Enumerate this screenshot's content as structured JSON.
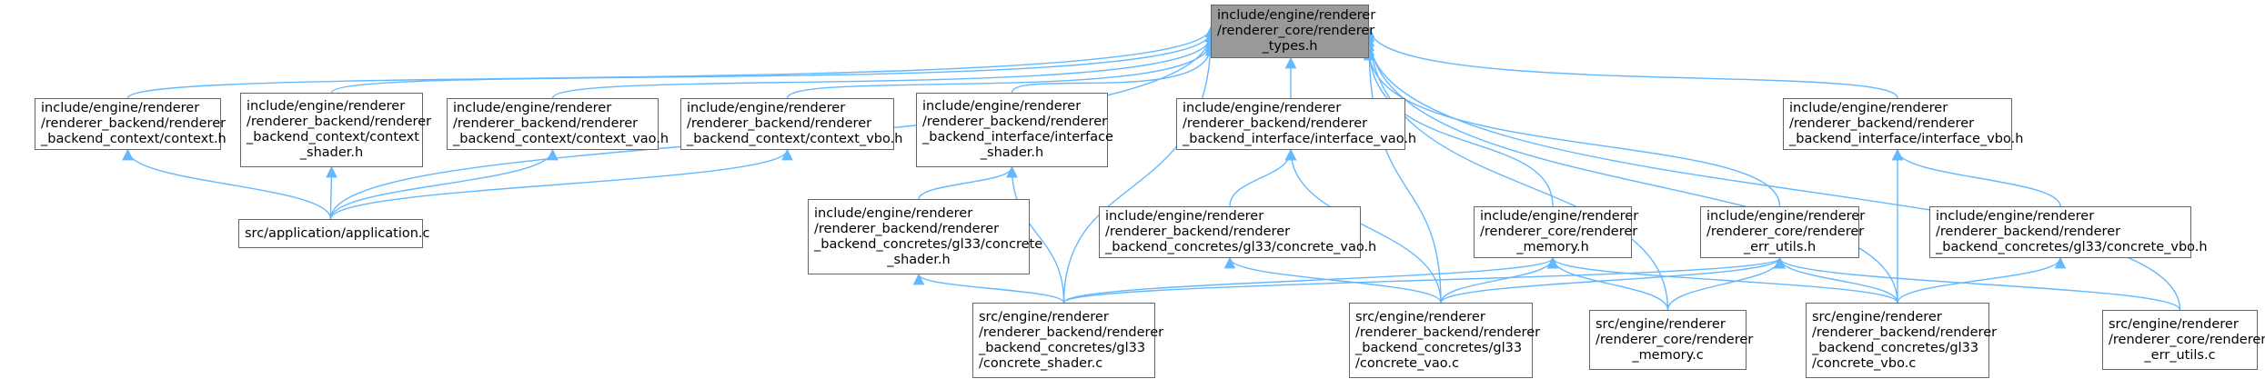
{
  "graph": {
    "title": "include/engine/renderer/renderer_core/renderer_types.h",
    "edge_color": "#63b8ff",
    "root_fill": "#999999",
    "nodes": [
      {
        "id": "root",
        "lines": [
          "include/engine/renderer",
          "/renderer_core/renderer",
          "_types.h"
        ],
        "center": true
      },
      {
        "id": "context_h",
        "lines": [
          "include/engine/renderer",
          "/renderer_backend/renderer",
          "_backend_context/context.h"
        ]
      },
      {
        "id": "context_shader_h",
        "lines": [
          "include/engine/renderer",
          "/renderer_backend/renderer",
          "_backend_context/context",
          "_shader.h"
        ]
      },
      {
        "id": "context_vao_h",
        "lines": [
          "include/engine/renderer",
          "/renderer_backend/renderer",
          "_backend_context/context_vao.h"
        ]
      },
      {
        "id": "context_vbo_h",
        "lines": [
          "include/engine/renderer",
          "/renderer_backend/renderer",
          "_backend_context/context_vbo.h"
        ]
      },
      {
        "id": "interface_shader_h",
        "lines": [
          "include/engine/renderer",
          "/renderer_backend/renderer",
          "_backend_interface/interface",
          "_shader.h"
        ]
      },
      {
        "id": "interface_vao_h",
        "lines": [
          "include/engine/renderer",
          "/renderer_backend/renderer",
          "_backend_interface/interface_vao.h"
        ]
      },
      {
        "id": "interface_vbo_h",
        "lines": [
          "include/engine/renderer",
          "/renderer_backend/renderer",
          "_backend_interface/interface_vbo.h"
        ]
      },
      {
        "id": "application_c",
        "lines": [
          "src/application/application.c"
        ]
      },
      {
        "id": "concrete_shader_h",
        "lines": [
          "include/engine/renderer",
          "/renderer_backend/renderer",
          "_backend_concretes/gl33/concrete",
          "_shader.h"
        ]
      },
      {
        "id": "concrete_vao_h",
        "lines": [
          "include/engine/renderer",
          "/renderer_backend/renderer",
          "_backend_concretes/gl33/concrete_vao.h"
        ]
      },
      {
        "id": "memory_h",
        "lines": [
          "include/engine/renderer",
          "/renderer_core/renderer",
          "_memory.h"
        ]
      },
      {
        "id": "err_utils_h",
        "lines": [
          "include/engine/renderer",
          "/renderer_core/renderer",
          "_err_utils.h"
        ]
      },
      {
        "id": "concrete_vbo_h",
        "lines": [
          "include/engine/renderer",
          "/renderer_backend/renderer",
          "_backend_concretes/gl33/concrete_vbo.h"
        ]
      },
      {
        "id": "concrete_shader_c",
        "lines": [
          "src/engine/renderer",
          "/renderer_backend/renderer",
          "_backend_concretes/gl33",
          "/concrete_shader.c"
        ]
      },
      {
        "id": "concrete_vao_c",
        "lines": [
          "src/engine/renderer",
          "/renderer_backend/renderer",
          "_backend_concretes/gl33",
          "/concrete_vao.c"
        ]
      },
      {
        "id": "memory_c",
        "lines": [
          "src/engine/renderer",
          "/renderer_core/renderer",
          "_memory.c"
        ]
      },
      {
        "id": "concrete_vbo_c",
        "lines": [
          "src/engine/renderer",
          "/renderer_backend/renderer",
          "_backend_concretes/gl33",
          "/concrete_vbo.c"
        ]
      },
      {
        "id": "err_utils_c",
        "lines": [
          "src/engine/renderer",
          "/renderer_core/renderer",
          "_err_utils.c"
        ]
      }
    ],
    "edges": [
      [
        "context_h",
        "root"
      ],
      [
        "context_shader_h",
        "root"
      ],
      [
        "context_vao_h",
        "root"
      ],
      [
        "context_vbo_h",
        "root"
      ],
      [
        "interface_shader_h",
        "root"
      ],
      [
        "interface_vao_h",
        "root"
      ],
      [
        "interface_vbo_h",
        "root"
      ],
      [
        "application_c",
        "root"
      ],
      [
        "concrete_shader_c",
        "root"
      ],
      [
        "concrete_vao_c",
        "root"
      ],
      [
        "memory_h",
        "root"
      ],
      [
        "err_utils_h",
        "root"
      ],
      [
        "memory_c",
        "root"
      ],
      [
        "concrete_vbo_c",
        "root"
      ],
      [
        "err_utils_c",
        "root"
      ],
      [
        "application_c",
        "context_h"
      ],
      [
        "application_c",
        "context_shader_h"
      ],
      [
        "application_c",
        "context_vao_h"
      ],
      [
        "application_c",
        "context_vbo_h"
      ],
      [
        "concrete_shader_h",
        "interface_shader_h"
      ],
      [
        "concrete_shader_c",
        "interface_shader_h"
      ],
      [
        "concrete_vao_h",
        "interface_vao_h"
      ],
      [
        "concrete_vao_c",
        "interface_vao_h"
      ],
      [
        "concrete_vbo_h",
        "interface_vbo_h"
      ],
      [
        "concrete_vbo_c",
        "interface_vbo_h"
      ],
      [
        "concrete_shader_c",
        "concrete_shader_h"
      ],
      [
        "concrete_vao_c",
        "concrete_vao_h"
      ],
      [
        "concrete_vbo_c",
        "concrete_vbo_h"
      ],
      [
        "concrete_shader_c",
        "memory_h"
      ],
      [
        "concrete_vao_c",
        "memory_h"
      ],
      [
        "memory_c",
        "memory_h"
      ],
      [
        "concrete_vbo_c",
        "memory_h"
      ],
      [
        "concrete_shader_c",
        "err_utils_h"
      ],
      [
        "concrete_vao_c",
        "err_utils_h"
      ],
      [
        "memory_c",
        "err_utils_h"
      ],
      [
        "concrete_vbo_c",
        "err_utils_h"
      ],
      [
        "err_utils_c",
        "err_utils_h"
      ]
    ]
  }
}
